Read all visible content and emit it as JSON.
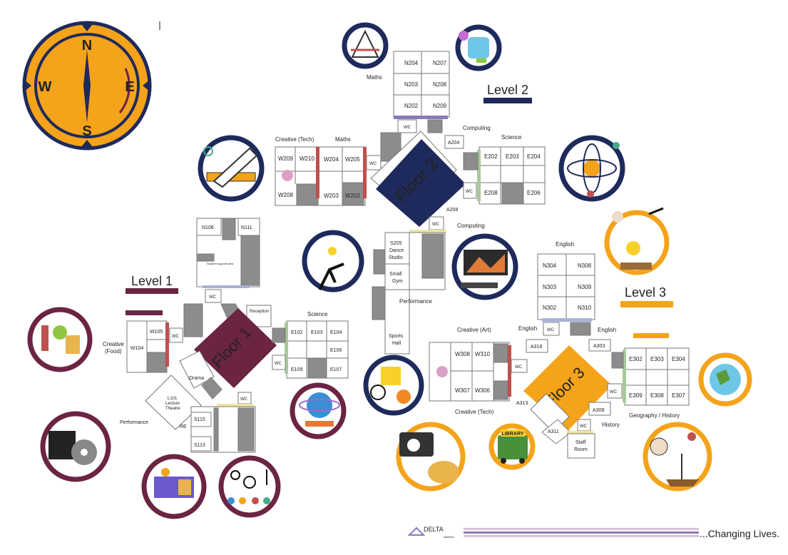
{
  "compass": {
    "n": "N",
    "e": "E",
    "s": "S",
    "w": "W"
  },
  "levels": {
    "level1": {
      "label": "Level 1",
      "floor": "Floor 1"
    },
    "level2": {
      "label": "Level 2",
      "floor": "Floor 2"
    },
    "level3": {
      "label": "Level 3",
      "floor": "Floor 3"
    }
  },
  "floor2": {
    "maths_top": "Maths",
    "n_rooms": [
      "N204",
      "N207",
      "N203",
      "N208",
      "N202",
      "N209"
    ],
    "wc": "WC",
    "creative_tech": "Creative (Tech)",
    "maths": "Maths",
    "w_rooms": [
      "W209",
      "W210",
      "W204",
      "W205",
      "W208",
      "W203",
      "W202"
    ],
    "computing_top": "Computing",
    "a204": "A204",
    "science": "Science",
    "e_rooms": [
      "E202",
      "E203",
      "E204",
      "E208",
      "E206"
    ],
    "a208": "A208",
    "computing_bottom": "Computing",
    "dance": [
      "S205",
      "Dance",
      "Studio"
    ],
    "small_gym": [
      "Small",
      "Gym"
    ],
    "performance": "Performance",
    "sports_hall": [
      "Sports",
      "Hall"
    ]
  },
  "floor1": {
    "n_rooms": [
      "N108",
      "N111"
    ],
    "student_support": "Student support area",
    "reception": "Reception",
    "science": "Science",
    "e_rooms": [
      "E102",
      "E103",
      "E104",
      "E106",
      "E109",
      "E107"
    ],
    "creative_food": [
      "Creative",
      "(Food)"
    ],
    "w_rooms": [
      "W105",
      "W104"
    ],
    "drama": "Drama",
    "lecture": [
      "L101",
      "Lecture",
      "Theatre"
    ],
    "performance": "Performance",
    "re": "RE",
    "s_rooms": [
      "S115",
      "S113"
    ],
    "wc": "WC"
  },
  "floor3": {
    "english_top": "English",
    "n_rooms": [
      "N304",
      "N308",
      "N303",
      "N309",
      "N302",
      "N310"
    ],
    "english_left": "English",
    "english_right": "English",
    "creative_art": "Creative (Art)",
    "w_rooms": [
      "W308",
      "W310",
      "W307",
      "W306"
    ],
    "creative_tech": "Creative (Tech)",
    "a_rooms": [
      "A318",
      "A303",
      "A313",
      "A311",
      "A308"
    ],
    "e_rooms": [
      "E302",
      "E303",
      "E304",
      "E309",
      "E308",
      "E307"
    ],
    "geo_history": "Geography / History",
    "history": "History",
    "staff_room": [
      "Staff",
      "Room"
    ],
    "wc": "WC"
  },
  "icons": {
    "library": "LIBRARY"
  },
  "footer": {
    "logo": "DELTA",
    "logo_sub": "Dartford",
    "tagline": "...Changing Lives."
  },
  "colors": {
    "navy": "#1f2a5c",
    "maroon": "#6b2442",
    "gold": "#f4a31b",
    "green": "#a8c99a",
    "red": "#c0504d",
    "purple": "#8a7ab8"
  }
}
